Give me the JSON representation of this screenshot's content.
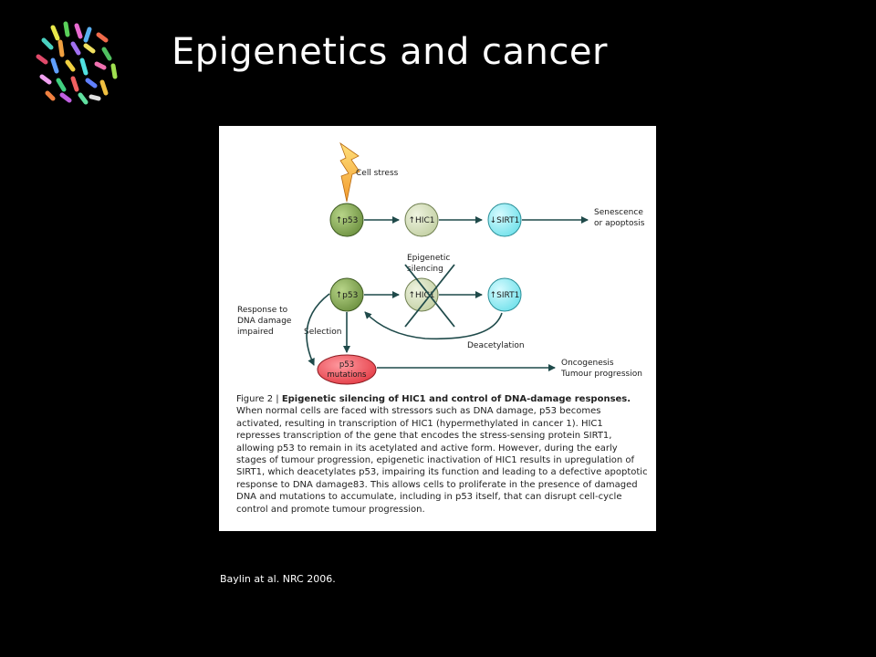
{
  "slide": {
    "title": "Epigenetics and cancer",
    "citation": "Baylin at al. NRC 2006."
  },
  "logo": {
    "icon": "chromosome-spread-icon"
  },
  "diagram": {
    "stimulus": {
      "icon": "lightning-bolt-icon",
      "label": "Cell stress"
    },
    "row1": {
      "p53": "↑p53",
      "hic1": "↑HIC1",
      "sirt1": "↓SIRT1",
      "outcome_line1": "Senescence",
      "outcome_line2": "or apoptosis"
    },
    "row2": {
      "p53": "↑p53",
      "hic1": "↑HIC1",
      "sirt1": "↑SIRT1",
      "silencing_line1": "Epigenetic",
      "silencing_line2": "silencing",
      "deacetylation": "Deacetylation",
      "selection": "Selection",
      "response_line1": "Response to",
      "response_line2": "DNA damage",
      "response_line3": "impaired"
    },
    "mutation": {
      "line1": "p53",
      "line2": "mutations",
      "outcome_line1": "Oncogenesis",
      "outcome_line2": "Tumour progression"
    },
    "colors": {
      "p53_node": "#6b8f3e",
      "hic1_node": "#c2cfa2",
      "sirt1_node": "#6ee0ea",
      "mutation_node": "#e0303a",
      "arrow": "#1f4a4a",
      "stress_bolt": "#f29a2e"
    }
  },
  "caption": {
    "label": "Figure 2 | ",
    "title": "Epigenetic silencing of HIC1 and control of DNA-damage responses.",
    "body": "When normal cells are faced with stressors such as DNA damage, p53 becomes activated, resulting in transcription of HIC1 (hypermethylated in cancer 1). HIC1 represses transcription of the gene that encodes the stress-sensing protein SIRT1, allowing p53 to remain in its acetylated and active form. However, during the early stages of tumour progression, epigenetic inactivation of HIC1 results in upregulation of SIRT1, which deacetylates p53, impairing its function and leading to a defective apoptotic response to DNA damage83. This allows cells to proliferate in the presence of damaged DNA and mutations to accumulate, including in p53 itself, that can disrupt cell-cycle control and promote tumour progression."
  }
}
